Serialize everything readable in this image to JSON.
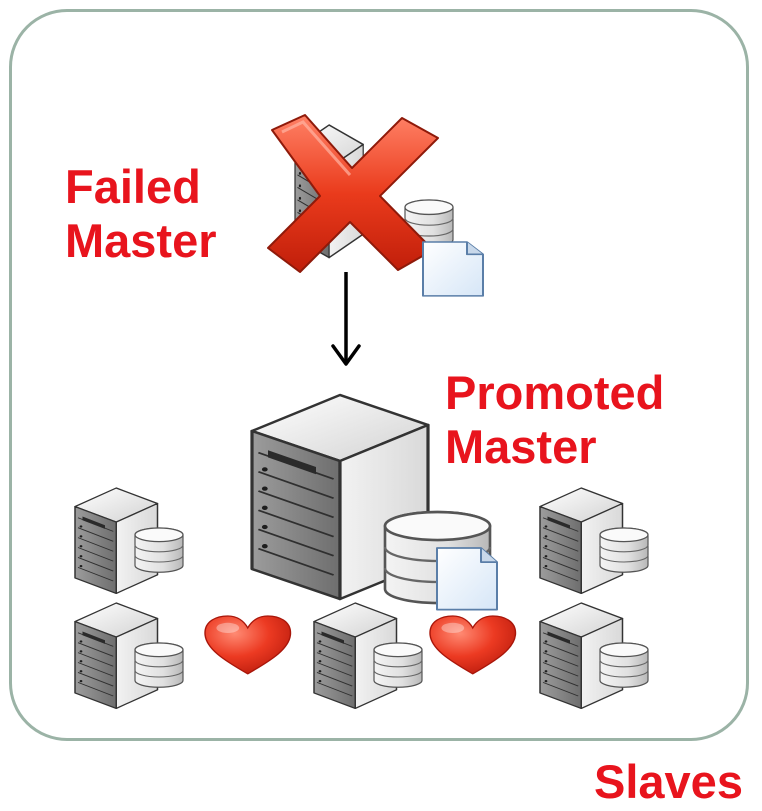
{
  "labels": {
    "failed_line1": "Failed",
    "failed_line2": "Master",
    "promoted_line1": "Promoted",
    "promoted_line2": "Master",
    "slaves": "Slaves"
  },
  "colors": {
    "label_red": "#e8141d",
    "frame_border": "#9bb3a6",
    "heart_red": "#e8301e",
    "cross_red": "#e8351a"
  },
  "icons": [
    "failed-master-server-icon",
    "failed-cross-icon",
    "promotion-arrow-icon",
    "promoted-master-server-icon",
    "slave-server-icon",
    "heartbeat-heart-icon",
    "log-file-icon",
    "database-disk-icon"
  ]
}
